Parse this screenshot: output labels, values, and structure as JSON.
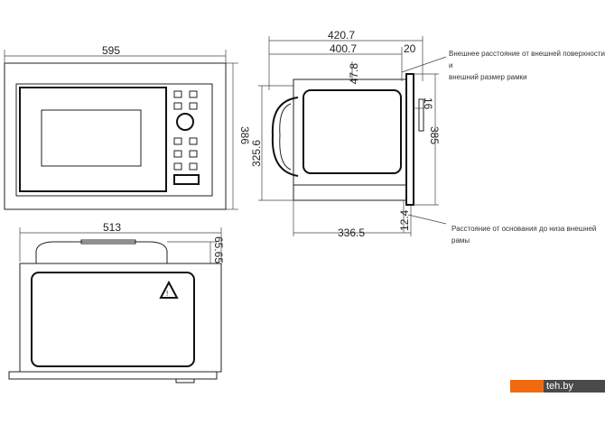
{
  "front_view": {
    "width_dim": "595",
    "height_dim": "386"
  },
  "side_view": {
    "total_depth_dim": "420.7",
    "body_depth_dim": "400.7",
    "frame_offset_dim": "20",
    "top_offset_dim": "47.8",
    "height_dim": "325.6",
    "frame_height_dim": "385",
    "frame_thickness_dim": "16",
    "base_depth_dim": "336.5",
    "bottom_offset_dim": "12.4"
  },
  "bottom_view": {
    "width_dim": "513",
    "protrusion_dim": "65.65"
  },
  "notes": {
    "outer_distance_line1": "Внешнее расстояние от внешней поверхности и",
    "outer_distance_line2": "внешний размер рамки",
    "base_distance": "Расстояние от основания до низа внешней рамы"
  },
  "watermark": {
    "text": "teh.by",
    "accent_color": "#f26a10"
  }
}
